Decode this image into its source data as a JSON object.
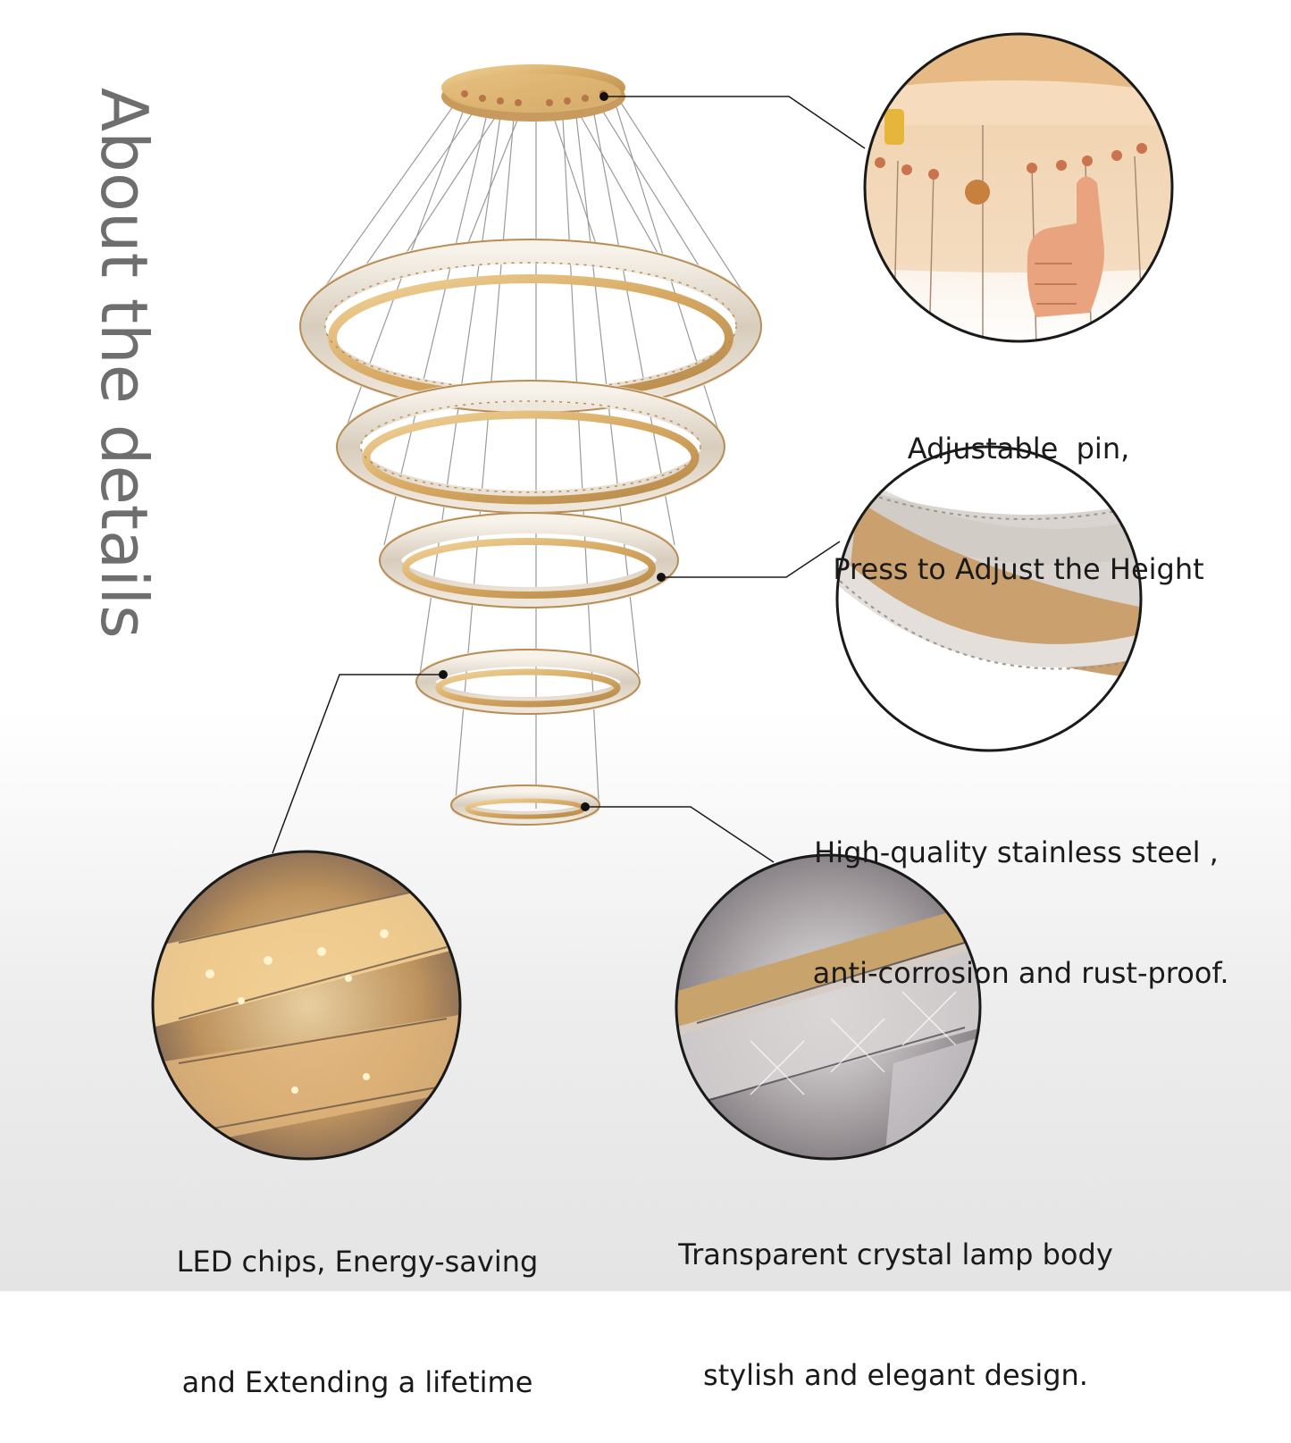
{
  "side_title": "About the details",
  "callouts": [
    {
      "id": "pin",
      "line1": "Adjustable  pin,",
      "line2": "Press to Adjust the Height"
    },
    {
      "id": "steel",
      "line1": "High-quality stainless steel ,",
      "line2": " anti-corrosion and rust-proof."
    },
    {
      "id": "led",
      "line1": "LED chips, Energy-saving",
      "line2": "and Extending a lifetime"
    },
    {
      "id": "crystal",
      "line1": "Transparent crystal lamp body",
      "line2": "stylish and elegant design."
    }
  ],
  "colors": {
    "gold": "#d9b06b",
    "gold_dark": "#b8894a",
    "crystal": "#e9e2d8",
    "line": "#1a1a1a"
  }
}
